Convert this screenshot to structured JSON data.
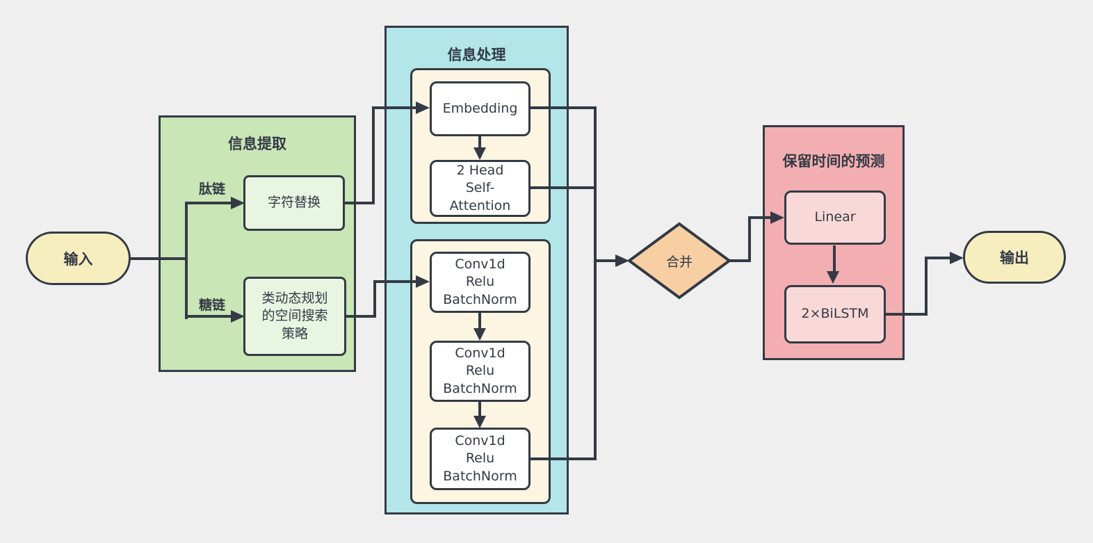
{
  "colors": {
    "background": "#EFEFEF",
    "stroke": "#333A45",
    "terminal_fill": "#F6EEBE",
    "extraction_fill": "#C8E6B6",
    "extraction_inner_fill": "#E8F5E0",
    "processing_fill": "#B2E6E9",
    "processing_inner_fill": "#FBF5E2",
    "node_fill": "#FFFFFF",
    "merge_fill": "#F7CFA3",
    "prediction_fill": "#F2AEB0",
    "prediction_inner_fill": "#F9D8D8"
  },
  "nodes": {
    "input": "输入",
    "output": "输出",
    "merge": "合并"
  },
  "extraction": {
    "title": "信息提取",
    "peptide_label": "肽链",
    "char_replace": "字符替换",
    "glycan_label": "糖链",
    "search_strategy": "类动态规划\n的空间搜索\n策略"
  },
  "processing": {
    "title": "信息处理",
    "embedding": "Embedding",
    "attention": "2 Head\nSelf-\nAttention",
    "conv_blocks": [
      "Conv1d\nRelu\nBatchNorm",
      "Conv1d\nRelu\nBatchNorm",
      "Conv1d\nRelu\nBatchNorm"
    ]
  },
  "prediction": {
    "title": "保留时间的预测",
    "linear": "Linear",
    "bilstm": "2×BiLSTM"
  }
}
